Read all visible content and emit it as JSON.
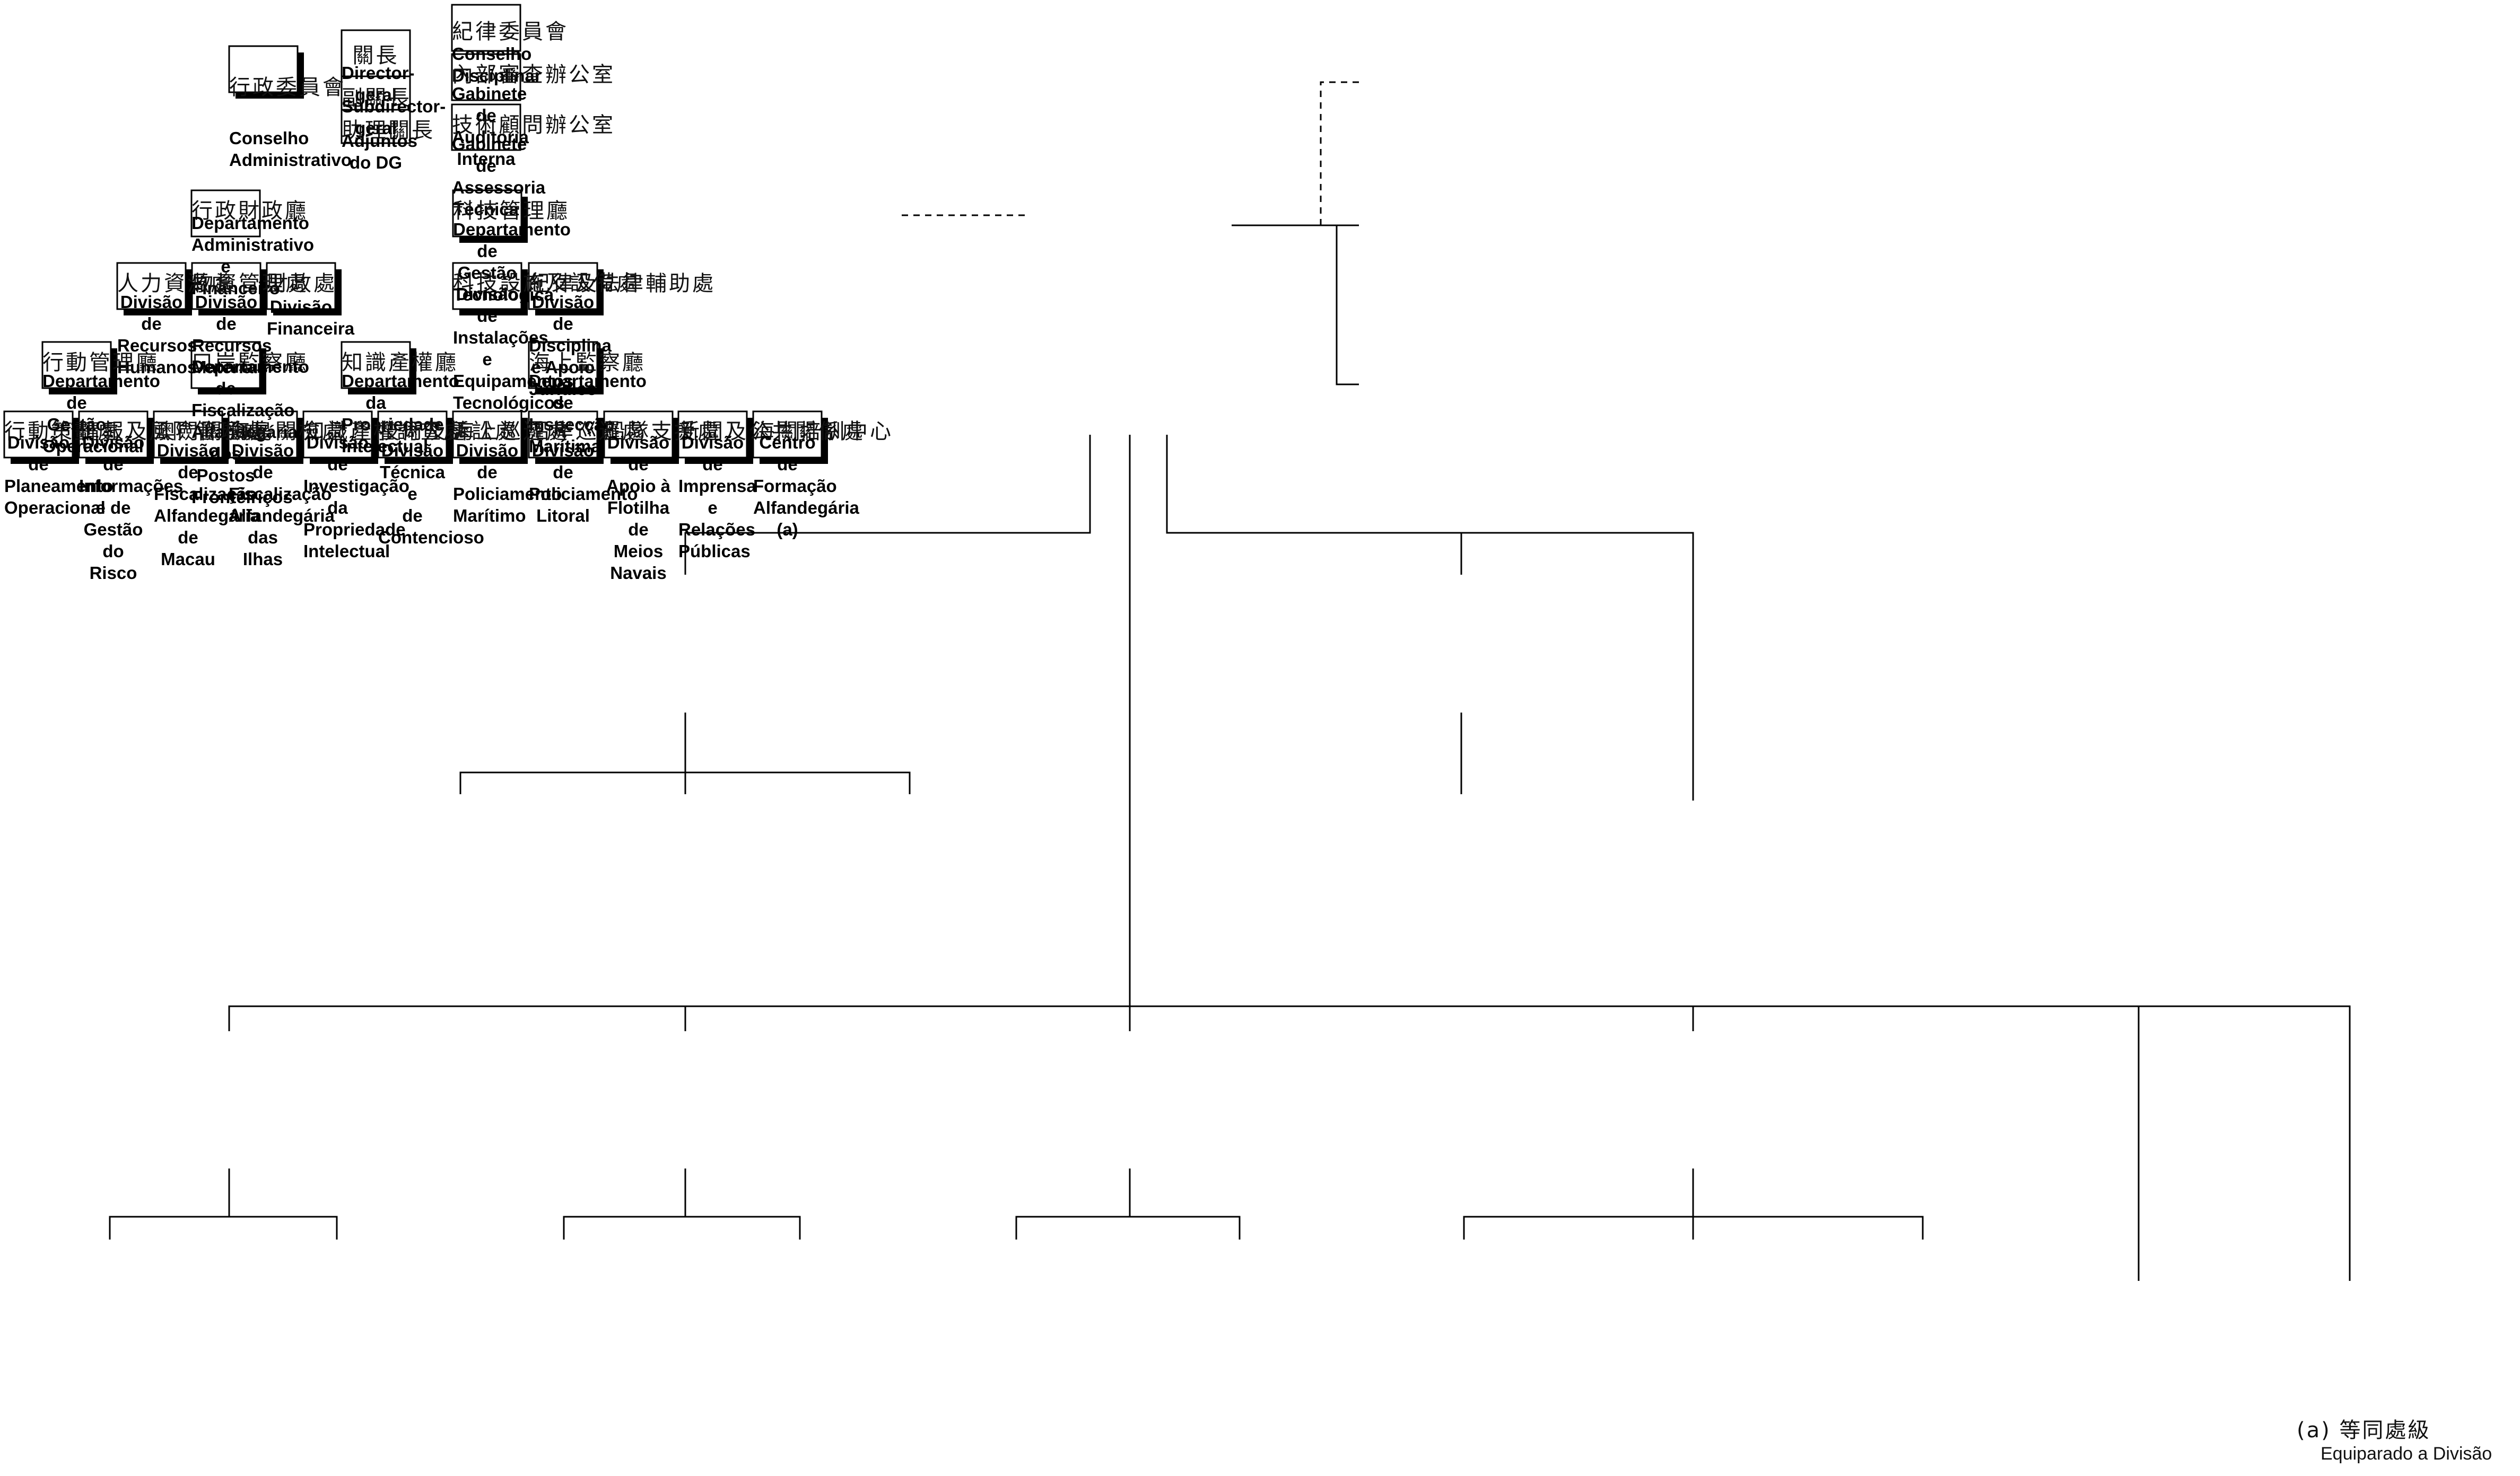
{
  "nodes": {
    "conselho_administrativo": {
      "zh": "行政委員會",
      "pt": "Conselho Administrativo"
    },
    "conselho_disciplinar": {
      "zh": "紀律委員會",
      "pt": "Conselho Disciplinar"
    },
    "director_geral": {
      "zh": "關長",
      "pt": "Director-geral"
    },
    "subdirector_geral": {
      "zh": "副關長",
      "pt": "Subdirector-geral"
    },
    "adjuntos_dg": {
      "zh": "助理關長",
      "pt": "Adjuntos do DG"
    },
    "auditoria_interna": {
      "zh": "內部審查辦公室",
      "pt": "Gabinete de\nAuditoria Interna"
    },
    "assessoria_tecnica": {
      "zh": "技術顧問辦公室",
      "pt": "Gabinete de\nAssessoria Técnica"
    },
    "dep_admin_financeiro": {
      "zh": "行政財政廳",
      "pt": "Departamento\nAdministrativo e\nFinanceiro"
    },
    "dep_gestao_tecnologica": {
      "zh": "科技管理廳",
      "pt": "Departamento de\nGestão Tecnológica"
    },
    "div_recursos_humanos": {
      "zh": "人力資源處",
      "pt": "Divisão de\nRecursos Humanos"
    },
    "div_recursos_materiais": {
      "zh": "物資管理處",
      "pt": "Divisão de\nRecursos Materiais"
    },
    "div_financeira": {
      "zh": "財政處",
      "pt": "Divisão Financeira"
    },
    "div_instalacoes": {
      "zh": "科技設施及設備處",
      "pt": "Divisão de Instalações\ne Equipamentos\nTecnológicos"
    },
    "div_disciplina": {
      "zh": "紀律及法律輔助處",
      "pt": "Divisão de Disciplina\ne Apoio Jurídico"
    },
    "dep_gestao_operacional": {
      "zh": "行動管理廳",
      "pt": "Departamento de\nGestão Operacional"
    },
    "dep_postos_fronteiricos": {
      "zh": "口岸監察廳",
      "pt": "Departamento de\nFiscalização\nAlfandegária dos\nPostos Fronteiriços"
    },
    "dep_propriedade_intelectual": {
      "zh": "知識產權廳",
      "pt": "Departamento da\nPropriedade Intelectual"
    },
    "dep_inspeccao_maritima": {
      "zh": "海上監察廳",
      "pt": "Departamento de\nInspecção Marítima"
    },
    "div_planeamento": {
      "zh": "行動策劃處",
      "pt": "Divisão de\nPlaneamento\nOperacional"
    },
    "div_informacoes": {
      "zh": "情報及風險管理處",
      "pt": "Divisão de\nInformações e de\nGestão do Risco"
    },
    "div_fisc_macau": {
      "zh": "澳門關檢處",
      "pt": "Divisão de Fiscalização\nAlfandegária de Macau"
    },
    "div_fisc_ilhas": {
      "zh": "海島關檢處",
      "pt": "Divisão de Fiscalização\nAlfandegária das Ilhas"
    },
    "div_investigacao_pi": {
      "zh": "知識產權調查處",
      "pt": "Divisão de\nInvestigação da\nPropriedade Intelectual"
    },
    "div_tecnica_contencioso": {
      "zh": "技術及訴訟處",
      "pt": "Divisão Técnica e\nde Contencioso"
    },
    "div_policiamento_maritimo": {
      "zh": "海上巡邏處",
      "pt": "Divisão de\nPoliciamento Marítimo"
    },
    "div_policiamento_litoral": {
      "zh": "沿岸巡邏處",
      "pt": "Divisão de\nPoliciamento Litoral"
    },
    "div_apoio_flotilha": {
      "zh": "船隊支援處",
      "pt": "Divisão de\nApoio à Flotilha de\nMeios Navais"
    },
    "div_imprensa": {
      "zh": "新聞及公共關係處",
      "pt": "Divisão de\nImprensa e\nRelações Públicas"
    },
    "centro_formacao": {
      "zh": "海關培訓中心",
      "pt": "Centro de Formação\nAlfandegária\n(a)"
    }
  },
  "footnote": {
    "zh": "(a)  等同處級",
    "pt": "Equiparado a Divisão"
  }
}
